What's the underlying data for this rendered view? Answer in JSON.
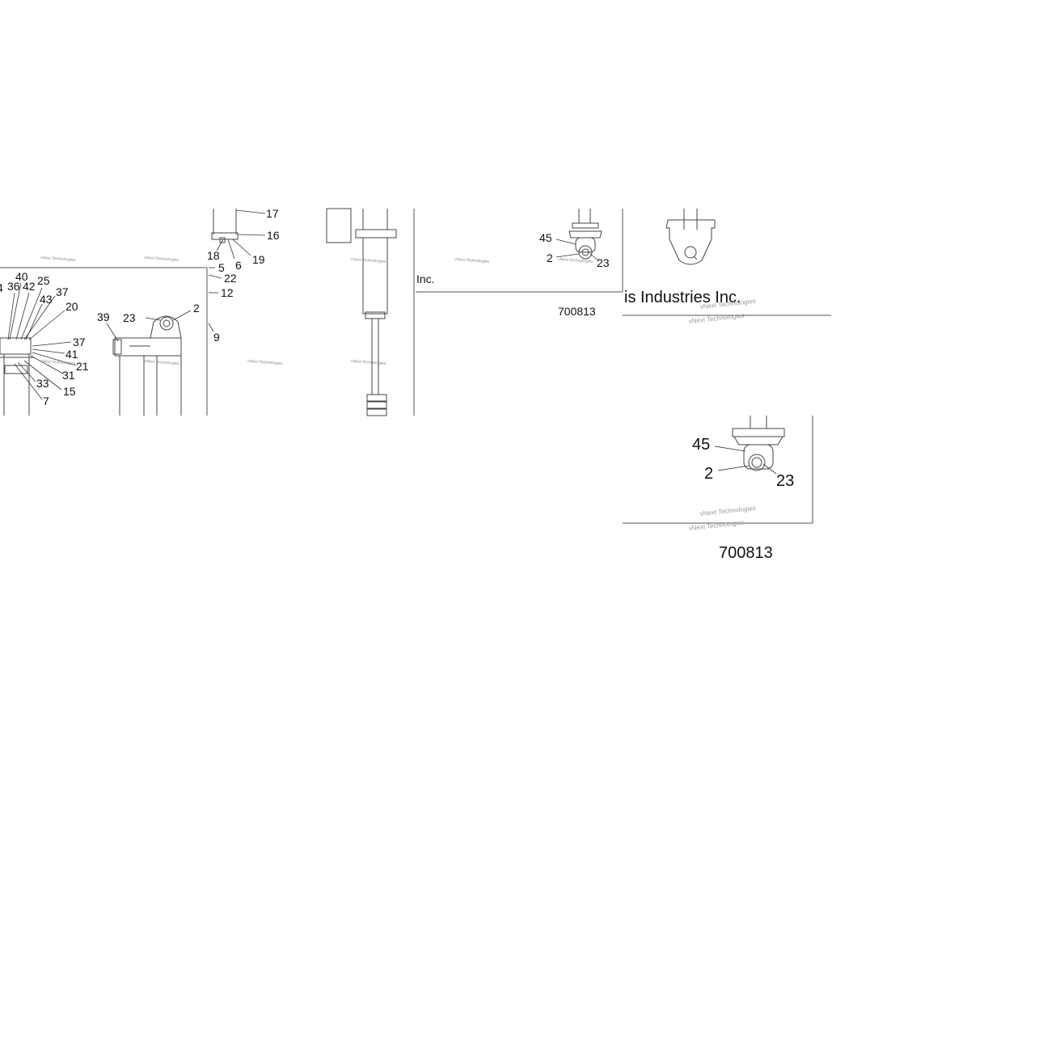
{
  "watermark": {
    "text": "vNext Technologies"
  },
  "captions": {
    "inc_short": "Inc.",
    "industries": "is Industries Inc.",
    "figure_id_small": "700813",
    "figure_id_large": "700813"
  },
  "callouts": {
    "c17": "17",
    "c16": "16",
    "c18": "18",
    "c6": "6",
    "c19": "19",
    "c5": "5",
    "c22": "22",
    "c12": "12",
    "c9": "9",
    "c40": "40",
    "c36": "36",
    "c42": "42",
    "c25": "25",
    "c4": "4",
    "c37a": "37",
    "c43": "43",
    "c20": "20",
    "c39": "39",
    "c23a": "23",
    "c2a": "2",
    "c37b": "37",
    "c41": "41",
    "c21": "21",
    "c31": "31",
    "c33": "33",
    "c15": "15",
    "c7": "7",
    "c45a": "45",
    "c2b": "2",
    "c23b": "23",
    "c45b": "45",
    "c2c": "2",
    "c23c": "23"
  },
  "colors": {
    "line": "#444444",
    "text": "#111111",
    "watermark": "#888888"
  }
}
